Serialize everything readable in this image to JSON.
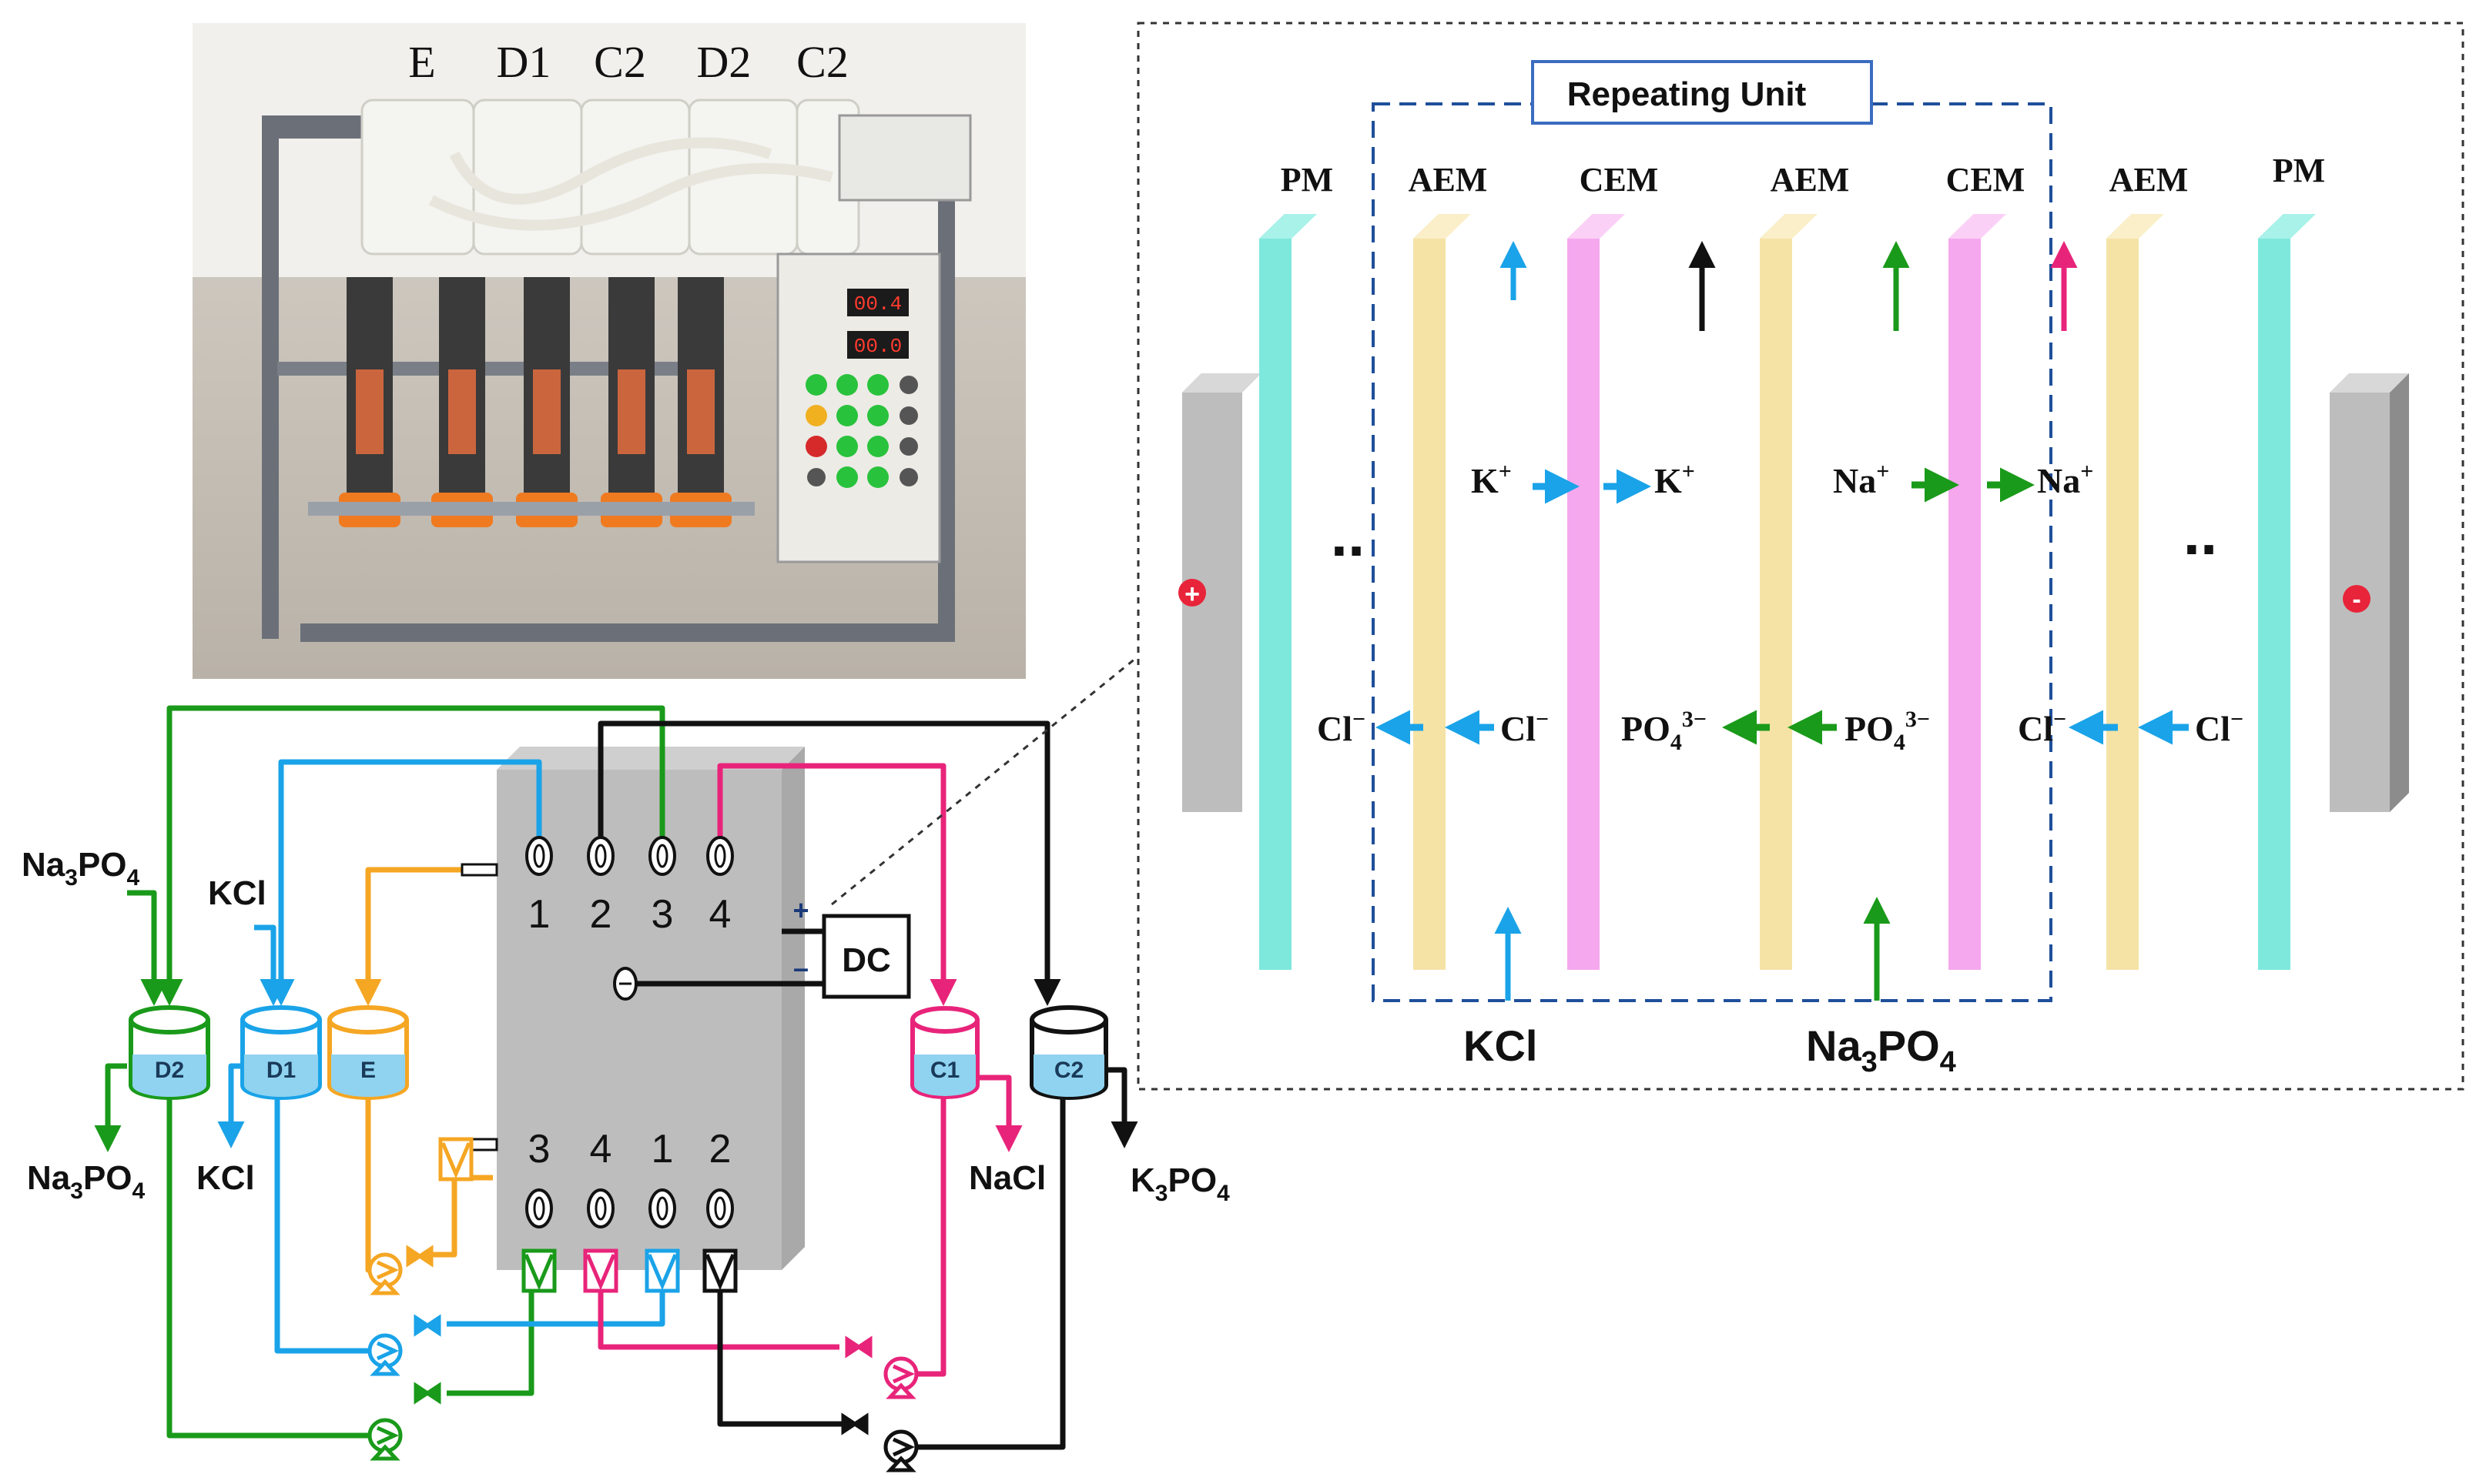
{
  "photo": {
    "labels": [
      "E",
      "D1",
      "C2",
      "D2",
      "C2"
    ],
    "display_1": "00.4",
    "display_2": "00.0"
  },
  "schematic": {
    "port_numbers_top": [
      "1",
      "2",
      "3",
      "4"
    ],
    "port_numbers_bottom": [
      "3",
      "4",
      "1",
      "2"
    ],
    "power_supply": "DC",
    "terminal_plus": "+",
    "terminal_minus": "–",
    "tanks": {
      "d2": "D2",
      "d1": "D1",
      "e": "E",
      "c1": "C1",
      "c2": "C2"
    },
    "feed_labels": {
      "na3po4_in_main": "Na",
      "na3po4_in_sub": "3",
      "na3po4_in_tail": "PO",
      "na3po4_in_sub2": "4",
      "kcl_in": "KCl",
      "na3po4_out_main": "Na",
      "na3po4_out_sub": "3",
      "na3po4_out_tail": "PO",
      "na3po4_out_sub2": "4",
      "kcl_out": "KCl",
      "nacl_out": "NaCl",
      "k3po4_out_main": "K",
      "k3po4_out_sub": "3",
      "k3po4_out_tail": "PO",
      "k3po4_out_sub2": "4"
    },
    "colors": {
      "green": "#1a9a1a",
      "blue": "#1aa3e8",
      "orange": "#f5a623",
      "pink": "#e8247a",
      "black": "#111111"
    }
  },
  "membrane_diagram": {
    "repeating_unit_label": "Repeating Unit",
    "membranes": [
      "PM",
      "AEM",
      "CEM",
      "AEM",
      "CEM",
      "AEM",
      "PM"
    ],
    "electrode_plus": "+",
    "electrode_minus": "-",
    "ellipsis": "..",
    "ions": {
      "k_left": "K",
      "k_right": "K",
      "k_sup": "+",
      "na_left": "Na",
      "na_right": "Na",
      "na_sup": "+",
      "cl_1": "Cl",
      "cl_2": "Cl",
      "cl_3": "Cl",
      "cl_4": "Cl",
      "cl_sup": "−",
      "po4_left": "PO",
      "po4_right": "PO",
      "po4_sub": "4",
      "po4_sup": "3−"
    },
    "feed_bottom_kcl": "KCl",
    "feed_bottom_na3po4_main": "Na",
    "feed_bottom_na3po4_sub": "3",
    "feed_bottom_na3po4_tail": "PO",
    "feed_bottom_na3po4_sub2": "4",
    "colors": {
      "pm": "#7fe8dc",
      "aem": "#f5e3a6",
      "cem": "#f5a8ee",
      "electrode": "#b8b8b8"
    }
  }
}
